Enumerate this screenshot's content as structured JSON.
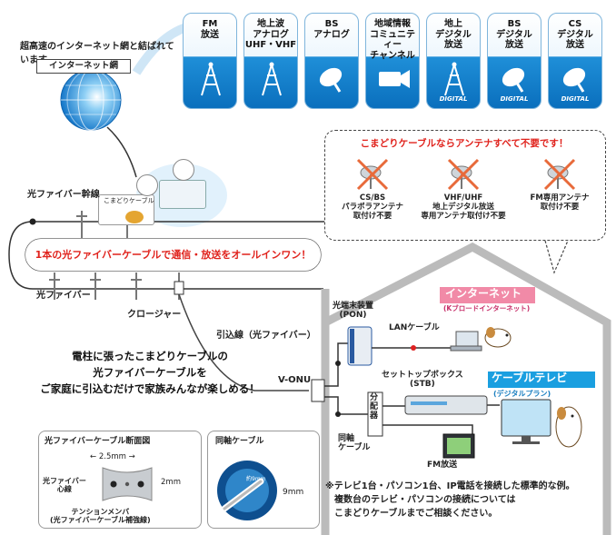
{
  "lead_text": "超高速のインターネット網と結ばれています。",
  "internet_label": "インターネット網",
  "services": [
    {
      "label": "FM\n放送",
      "icon": "radio-tower-icon",
      "digital": ""
    },
    {
      "label": "地上波\nアナログ\nUHF・VHF",
      "icon": "analog-tower-icon",
      "digital": ""
    },
    {
      "label": "BS\nアナログ",
      "icon": "bs-satellite-icon",
      "digital": ""
    },
    {
      "label": "地域情報\nコミュニティー\nチャンネル",
      "icon": "video-camera-icon",
      "digital": ""
    },
    {
      "label": "地上\nデジタル\n放送",
      "icon": "digital-tower-icon",
      "digital": "DIGITAL"
    },
    {
      "label": "BS\nデジタル\n放送",
      "icon": "bs-digital-satellite-icon",
      "digital": "DIGITAL"
    },
    {
      "label": "CS\nデジタル\n放送",
      "icon": "cs-digital-satellite-icon",
      "digital": "DIGITAL"
    }
  ],
  "no_antenna": {
    "title": "こまどりケーブルならアンテナすべて不要です！",
    "items": [
      {
        "label": "CS/BS\nパラボラアンテナ\n取付け不要",
        "icon": "parabola-antenna-crossed-icon"
      },
      {
        "label": "VHF/UHF\n地上デジタル放送\n専用アンテナ取付け不要",
        "icon": "yagi-antenna-crossed-icon"
      },
      {
        "label": "FM専用アンテナ\n取付け不要",
        "icon": "fm-antenna-crossed-icon"
      }
    ]
  },
  "trunk_label": "光ファイバー幹線",
  "station_sign": "こまどりケーブル",
  "allinone": "1本の光ファイバーケーブルで通信・放送をオールインワン！",
  "fiber_label": "光ファイバー",
  "closure_label": "クロージャー",
  "dropline_label": "引込線（光ファイバー）",
  "vonu_label": "V-ONU",
  "big_message": "電柱に張ったこまどりケーブルの\n光ファイバーケーブルを\nご家庭に引込むだけで家族みんなが楽しめる！",
  "internet_service": {
    "title": "インターネット",
    "sub": "(Kブロードインターネット)"
  },
  "pon_label": "光端末装置\n(PON)",
  "lan_label": "LANケーブル",
  "stb_label": "セットトップボックス\n(STB)",
  "catv_service": {
    "title": "ケーブルテレビ",
    "sub": "(デジタルプラン)"
  },
  "splitter_label": "分配器",
  "coax_cable_label": "同軸\nケーブル",
  "fm_label": "FM放送",
  "cross_section": {
    "title": "光ファイバーケーブル断面図",
    "width_dim": "2.5mm",
    "height_dim": "2mm",
    "core_label": "光ファイバー\n心線",
    "tension_label": "テンションメンバ\n(光ファイバーケーブル補強線)"
  },
  "coax": {
    "title": "同軸ケーブル",
    "dim": "9mm",
    "small_dim": "約9mm"
  },
  "footnote": "※テレビ1台・パソコン1台、IP電話を接続した標準的な例。\n　複数台のテレビ・パソコンの接続については\n　こまどりケーブルまでご相談ください。",
  "colors": {
    "accent_red": "#e0221c",
    "sky_blue": "#1a9fe0",
    "pink": "#f18aa7",
    "fiber_line": "#333333"
  }
}
